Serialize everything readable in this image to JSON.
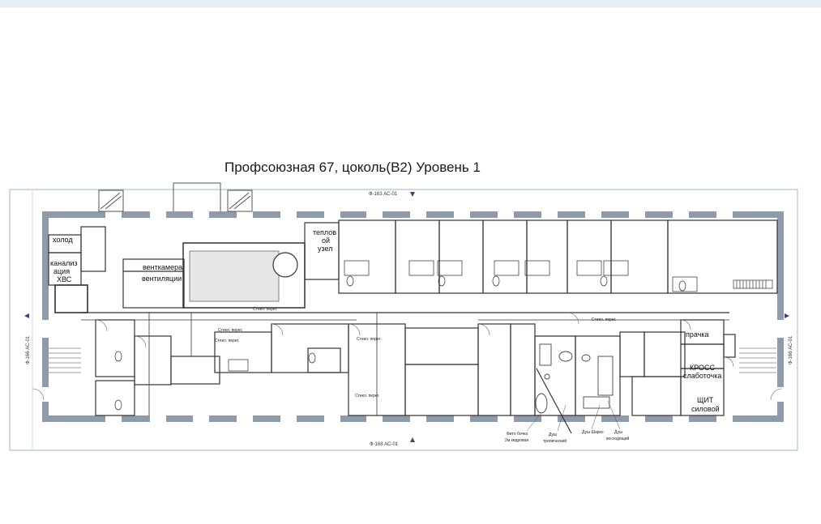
{
  "title": "Профсоюзная 67, цоколь(В2) Уровень 1",
  "section_marks": {
    "top": "Ф-163 АС-01",
    "bottom": "Ф-168 АС-01",
    "left": "Ф-166 АС-01",
    "right": "Ф-166 АС-01"
  },
  "rooms": {
    "holod": "холод",
    "kanal_1": "канализ",
    "kanal_2": "ация",
    "kanal_3": "ХВС",
    "vent_1": "венткамера",
    "vent_2": "вентиляции",
    "teplo_1": "теплов",
    "teplo_2": "ой",
    "teplo_3": "узел",
    "prachka": "прачка",
    "kross_1": "КРОСС",
    "kross_2": "слаботочка",
    "shchit_1": "ЩИТ",
    "shchit_2": "силовой"
  },
  "annotations": {
    "steklo_1": "Стекл. перег.",
    "steklo_2": "Стекл. перег.",
    "steklo_3": "Стекл. перег.",
    "steklo_4": "Стекл. перег.",
    "steklo_5": "Стекл. перег.",
    "steklo_6": "Стекл. перег.",
    "fixture_1": "Фито бочка",
    "fixture_1b": "2м кедровая",
    "fixture_2": "Душ",
    "fixture_2b": "тропический",
    "fixture_3": "Душ Шарко",
    "fixture_4": "Душ",
    "fixture_4b": "восходящий"
  },
  "colors": {
    "wall": "#8f9aaa",
    "line": "#333333",
    "section_line": "#9bb7c6",
    "pool_fill": "#e6e6e6",
    "marker": "#4b3a78"
  }
}
